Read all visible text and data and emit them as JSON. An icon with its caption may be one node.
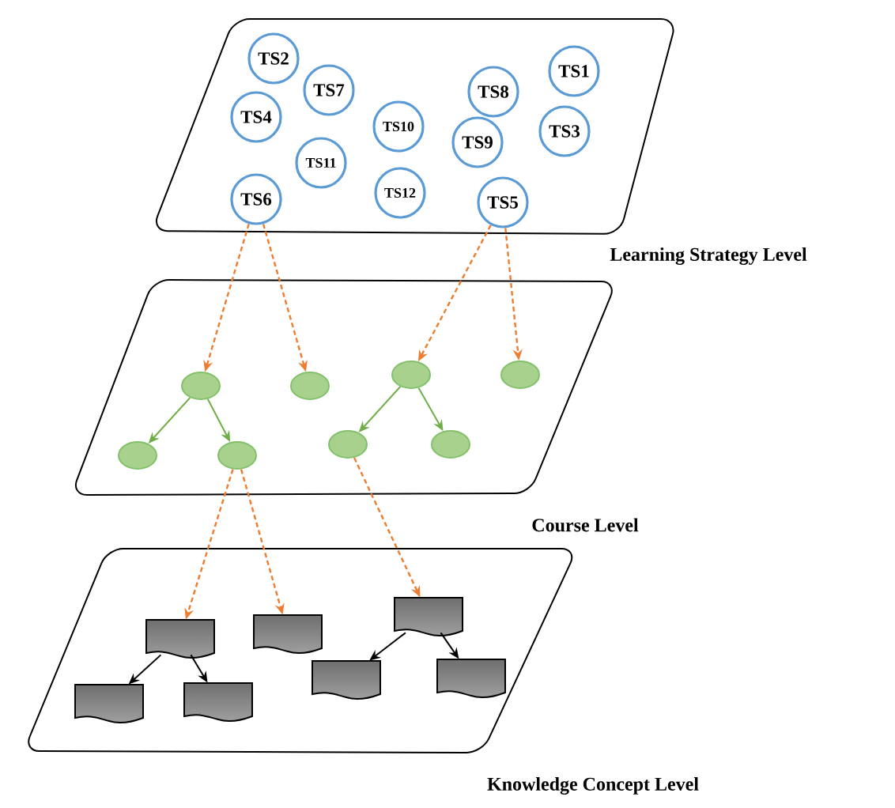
{
  "diagram": {
    "nodes": [
      {
        "text": [
          "Learning Strategy Level"
        ]
      },
      {
        "text": [
          "TS2"
        ],
        "in": 0
      },
      {
        "text": [
          "TS1"
        ],
        "in": 0
      },
      {
        "text": [
          "TS7"
        ],
        "in": 0
      },
      {
        "text": [
          "TS8"
        ],
        "in": 0
      },
      {
        "text": [
          "TS4"
        ],
        "in": 0
      },
      {
        "text": [
          "TS10"
        ],
        "in": 0
      },
      {
        "text": [
          "TS3"
        ],
        "in": 0
      },
      {
        "text": [
          "TS9"
        ],
        "in": 0
      },
      {
        "text": [
          "TS11"
        ],
        "in": 0
      },
      {
        "text": [
          "TS12"
        ],
        "in": 0
      },
      {
        "text": [
          "TS6"
        ],
        "in": 0
      },
      {
        "text": [
          "TS5"
        ],
        "in": 0
      },
      {
        "text": [
          "Course Level"
        ]
      },
      {
        "text": [],
        "shape": "circle",
        "in": 13
      },
      {
        "text": [],
        "shape": "circle",
        "in": 13
      },
      {
        "text": [],
        "shape": "circle",
        "in": 13
      },
      {
        "text": [],
        "shape": "circle",
        "in": 13
      },
      {
        "text": [],
        "shape": "circle",
        "in": 13
      },
      {
        "text": [],
        "shape": "circle",
        "in": 13
      },
      {
        "text": [],
        "shape": "circle",
        "in": 13
      },
      {
        "text": [],
        "shape": "circle",
        "in": 13
      },
      {
        "text": [
          "Knowledge Concept Level"
        ]
      },
      {
        "text": [],
        "shape": "document",
        "in": 22
      },
      {
        "text": [],
        "shape": "document",
        "in": 22
      },
      {
        "text": [],
        "shape": "document",
        "in": 22
      },
      {
        "text": [],
        "shape": "document",
        "in": 22
      },
      {
        "text": [],
        "shape": "document",
        "in": 22
      },
      {
        "text": [],
        "shape": "document",
        "in": 22
      },
      {
        "text": [],
        "shape": "document",
        "in": 22
      }
    ],
    "edges": [
      {
        "from": 11,
        "to": 16,
        "arrow": "to",
        "style": "dashed",
        "color": "#ed7d31"
      },
      {
        "from": 11,
        "to": 17,
        "arrow": "to",
        "style": "dashed",
        "color": "#ed7d31"
      },
      {
        "from": 12,
        "to": 14,
        "arrow": "to",
        "style": "dashed",
        "color": "#ed7d31"
      },
      {
        "from": 12,
        "to": 15,
        "arrow": "to",
        "style": "dashed",
        "color": "#ed7d31"
      },
      {
        "from": 16,
        "to": 19,
        "arrow": "to",
        "color": "#70ad47"
      },
      {
        "from": 16,
        "to": 20,
        "arrow": "to",
        "color": "#70ad47"
      },
      {
        "from": 14,
        "to": 18,
        "arrow": "to",
        "color": "#70ad47"
      },
      {
        "from": 14,
        "to": 21,
        "arrow": "to",
        "color": "#70ad47"
      },
      {
        "from": 20,
        "to": 23,
        "arrow": "to",
        "style": "dashed",
        "color": "#ed7d31"
      },
      {
        "from": 20,
        "to": 24,
        "arrow": "to",
        "style": "dashed",
        "color": "#ed7d31"
      },
      {
        "from": 18,
        "to": 25,
        "arrow": "to",
        "style": "dashed",
        "color": "#ed7d31"
      },
      {
        "from": 23,
        "to": 26,
        "arrow": "to",
        "color": "#000000"
      },
      {
        "from": 23,
        "to": 27,
        "arrow": "to",
        "color": "#000000"
      },
      {
        "from": 25,
        "to": 28,
        "arrow": "to",
        "color": "#000000"
      },
      {
        "from": 25,
        "to": 29,
        "arrow": "to",
        "color": "#000000"
      }
    ]
  }
}
